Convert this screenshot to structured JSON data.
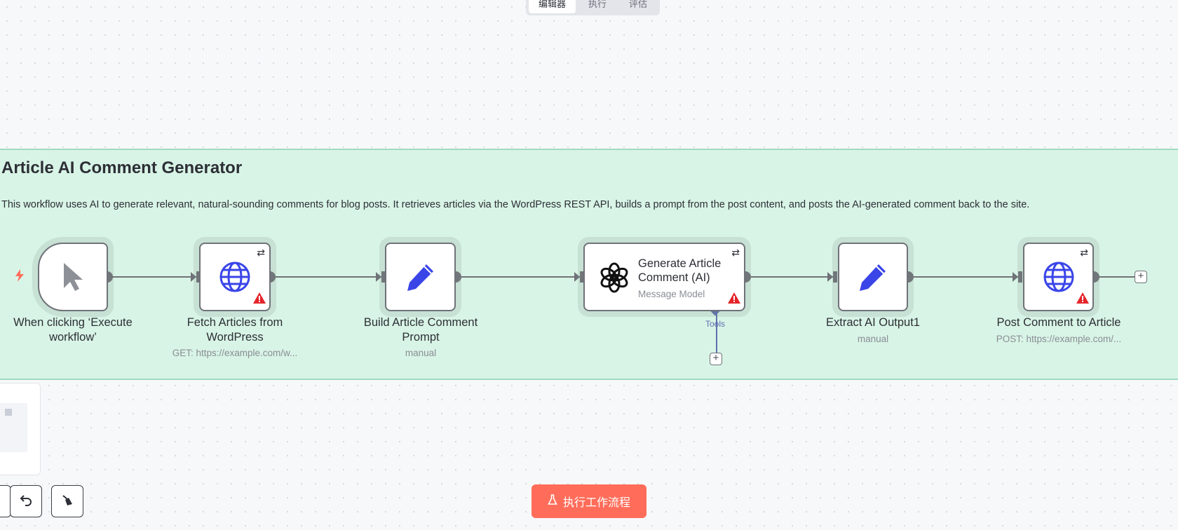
{
  "header": {
    "tabs": [
      {
        "label": "编辑器",
        "active": true
      },
      {
        "label": "执行",
        "active": false
      },
      {
        "label": "评估",
        "active": false
      }
    ]
  },
  "sticky_note": {
    "title": "Article AI Comment Generator",
    "description": "This workflow uses AI to generate relevant, natural-sounding comments for blog posts. It retrieves articles via the WordPress REST API, builds a prompt from the post content, and posts the AI-generated comment back to the site."
  },
  "nodes": [
    {
      "id": "trigger",
      "label": "When clicking ‘Execute workflow’",
      "icon": "cursor-icon"
    },
    {
      "id": "fetch",
      "label": "Fetch Articles from WordPress",
      "sub": "GET: https://example.com/w...",
      "icon": "globe-icon",
      "warning": true
    },
    {
      "id": "build",
      "label": "Build Article Comment Prompt",
      "sub": "manual",
      "icon": "pencil-icon"
    },
    {
      "id": "generate",
      "label": "Generate Article Comment (AI)",
      "sub": "Message Model",
      "icon": "openai-icon",
      "warning": true,
      "tools_label": "Tools"
    },
    {
      "id": "extract",
      "label": "Extract AI Output1",
      "sub": "manual",
      "icon": "pencil-icon"
    },
    {
      "id": "post",
      "label": "Post Comment to Article",
      "sub": "POST: https://example.com/...",
      "icon": "globe-icon",
      "warning": true
    }
  ],
  "footer": {
    "run_button": "执行工作流程"
  },
  "colors": {
    "accent": "#ff6d5a",
    "sticky_bg": "#d8f4e6",
    "icon_blue": "#3a45e8",
    "warning": "#e5242b"
  }
}
